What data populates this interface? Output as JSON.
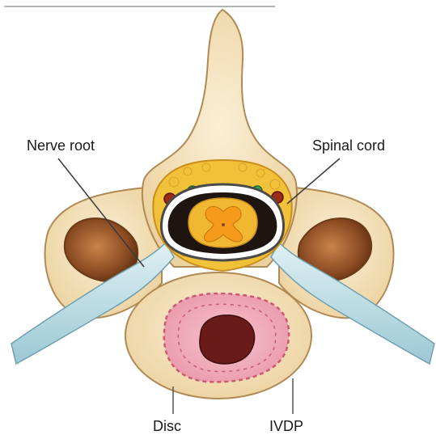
{
  "labels": {
    "nerve_root": "Nerve root",
    "spinal_cord": "Spinal cord",
    "disc": "Disc",
    "ivdp": "IVDP"
  },
  "colors": {
    "bone": "#f6e4bf",
    "bone_outline": "#b08a55",
    "nerve": "#bfe0e8",
    "canal_fat": "#f2c13a",
    "cord_white": "#f0b830",
    "cord_grey": "#f59a1a",
    "disc_annulus": "#f1a9b8",
    "nucleus": "#6b1a1a",
    "facet_joint": "#8a4a22"
  }
}
